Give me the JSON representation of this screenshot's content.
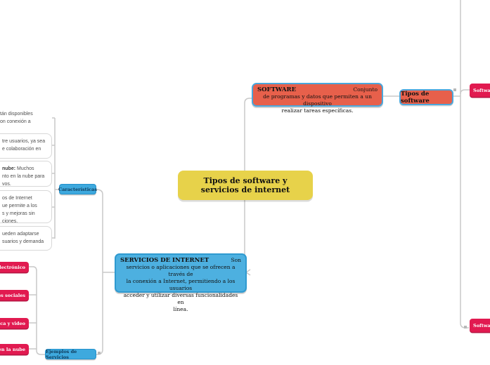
{
  "canvas": {
    "background": "#ffffff",
    "connector_color": "#c8c8c8"
  },
  "colors": {
    "center_bg": "#e7d24a",
    "topic_red_bg": "#e7604b",
    "topic_blue_bg": "#4db0e0",
    "topic_border_blue": "#4aa7dc",
    "label_blue_bg": "#3ea9de",
    "leaf_pink_bg": "#e11a50"
  },
  "center_node": {
    "title": "Tipos de software y servicios de internet"
  },
  "software_node": {
    "title": "SOFTWARE",
    "title_right": "Conjunto",
    "lines": {
      "l1": "de programas y datos que permiten a un dispositivo",
      "l2": "realizar tareas específicas."
    }
  },
  "servicios_node": {
    "title": "SERVICIOS DE INTERNET",
    "title_right": "Son",
    "lines": {
      "l1": "servicios o aplicaciones que se ofrecen a través de",
      "l2": "la conexión a Internet, permitiendo a los usuarios",
      "l3": "acceder y utilizar diversas funcionalidades en",
      "l4": "línea."
    }
  },
  "tipos_software_label": {
    "text": "Tipos de software"
  },
  "caracteristicas_label": {
    "text": "Características"
  },
  "ejemplos_label": {
    "text": "Ejemplos de Servicios"
  },
  "right_children": {
    "top": {
      "text": "Software"
    },
    "bottom": {
      "text": "Software"
    }
  },
  "ejemplos_items": {
    "i1": {
      "text": "electrónico"
    },
    "i2": {
      "text": "des sociales"
    },
    "i3": {
      "text": "sica y video"
    },
    "i4": {
      "text": "o en la nube"
    }
  },
  "caracteristicas_items": {
    "i1": {
      "line1": "tán disponibles",
      "line2": "on conexión a"
    },
    "i2": {
      "line1": "tre usuarios, ya sea",
      "line2": "e colaboración en"
    },
    "i3": {
      "line1_bold": "nube:",
      "line1_rest": " Muchos",
      "line2": "nto en la nube para",
      "line3": "vos."
    },
    "i4": {
      "line1": "os de Internet",
      "line2": "ue permite a los",
      "line3": "s y mejoras sin",
      "line4": "ciones."
    },
    "i5": {
      "line1": "ueden adaptarse",
      "line2": "suarios y demanda"
    }
  }
}
